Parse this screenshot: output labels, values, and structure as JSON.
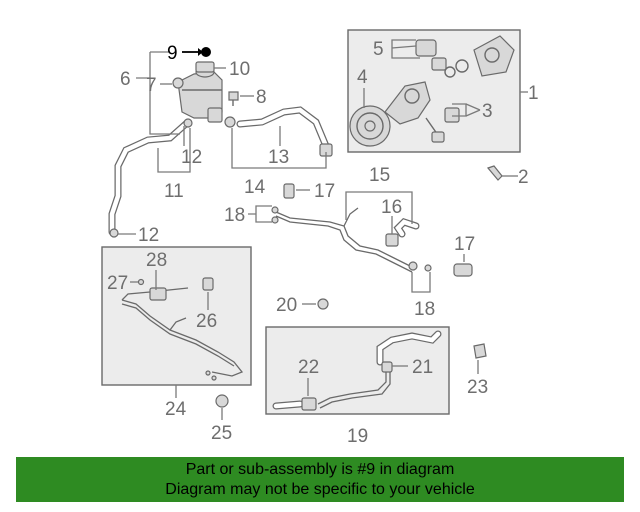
{
  "callouts": {
    "c1": "1",
    "c2": "2",
    "c3": "3",
    "c4": "4",
    "c5": "5",
    "c6": "6",
    "c7": "7",
    "c8": "8",
    "c9": "9",
    "c10": "10",
    "c11": "11",
    "c12a": "12",
    "c12b": "12",
    "c13": "13",
    "c14": "14",
    "c15": "15",
    "c16": "16",
    "c17a": "17",
    "c17b": "17",
    "c18a": "18",
    "c18b": "18",
    "c19": "19",
    "c20": "20",
    "c21": "21",
    "c22": "22",
    "c23": "23",
    "c24": "24",
    "c25": "25",
    "c26": "26",
    "c27": "27",
    "c28": "28"
  },
  "highlight_part": "9",
  "colors": {
    "banner": "#2e8b22",
    "line": "#6a6a6a",
    "highlight": "#000000"
  },
  "banner": {
    "line1": "Part or sub-assembly is #9 in diagram",
    "line2": "Diagram may not be specific to your vehicle"
  }
}
